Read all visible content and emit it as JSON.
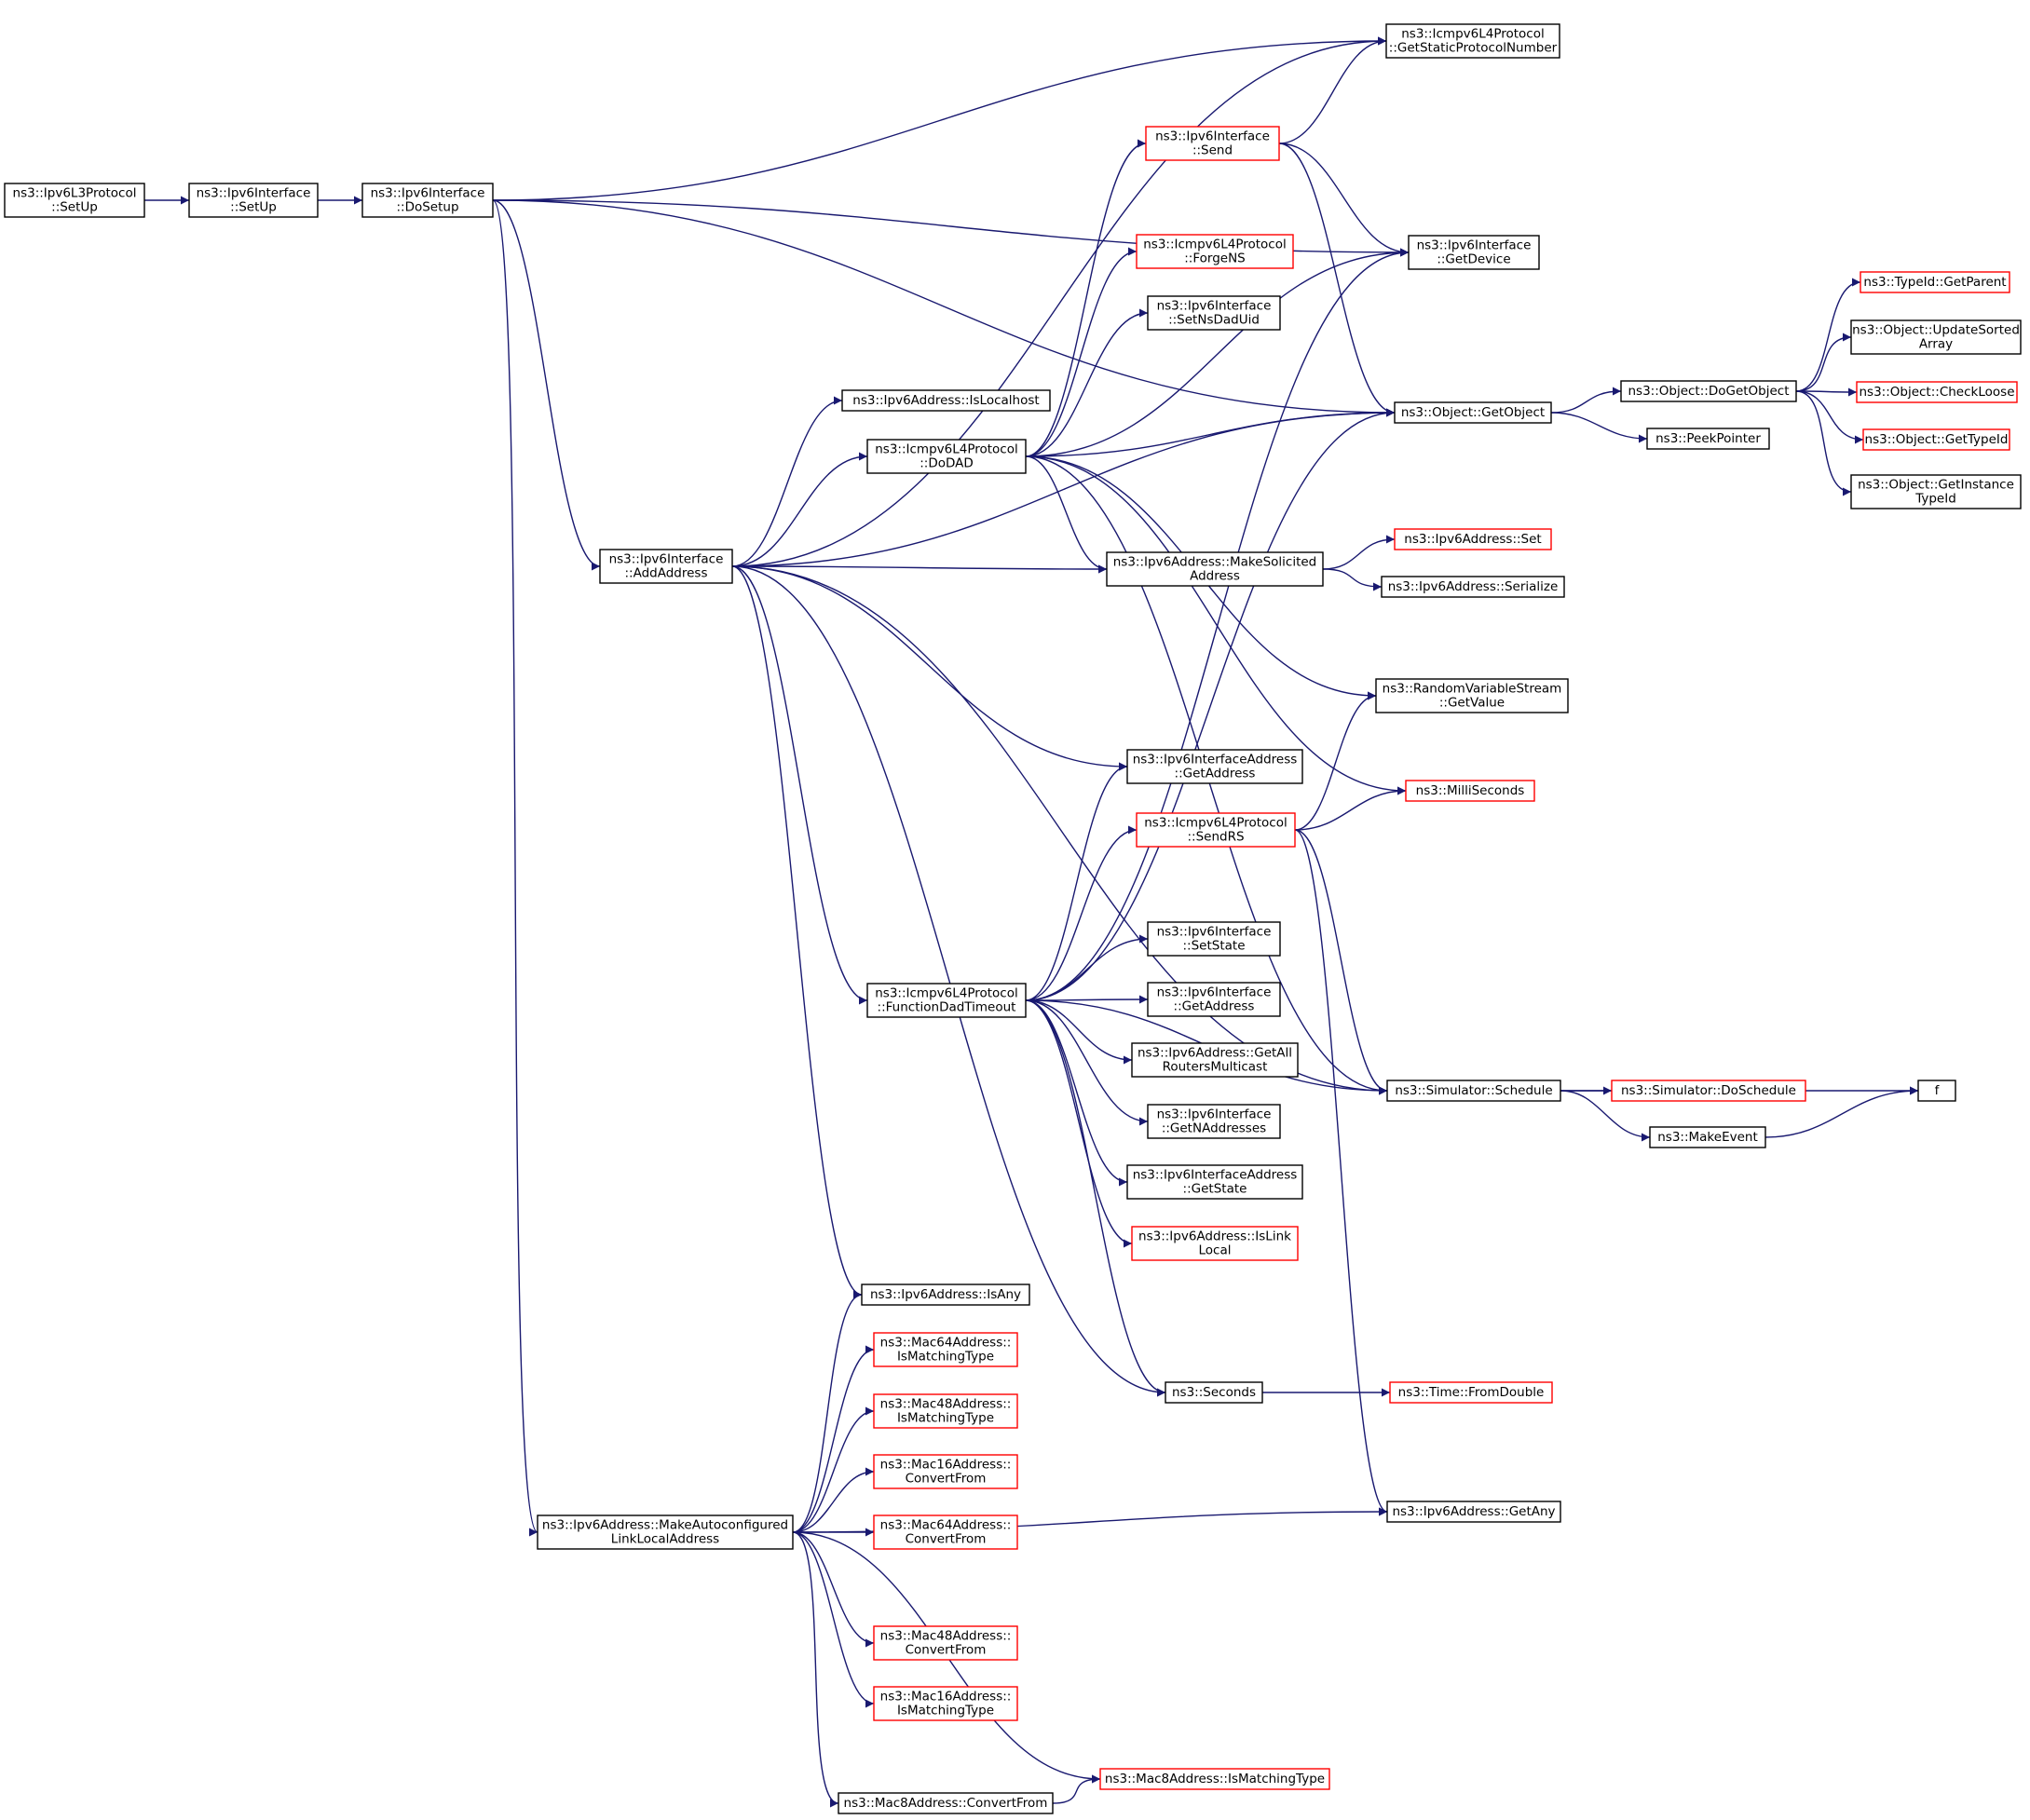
{
  "colors": {
    "edge": "#191970",
    "border_normal": "#000000",
    "border_truncated": "#ff0000",
    "root_fill": "#bfbfbf",
    "node_fill": "#ffffff"
  },
  "nodes": [
    {
      "id": "n0",
      "lines": [
        "ns3::Ipv6L3Protocol",
        "::SetUp"
      ],
      "style": "root"
    },
    {
      "id": "n1",
      "lines": [
        "ns3::Ipv6Interface",
        "::SetUp"
      ],
      "style": "normal"
    },
    {
      "id": "n2",
      "lines": [
        "ns3::Ipv6Interface",
        "::DoSetup"
      ],
      "style": "normal"
    },
    {
      "id": "n3",
      "lines": [
        "ns3::Icmpv6L4Protocol",
        "::GetStaticProtocolNumber"
      ],
      "style": "normal"
    },
    {
      "id": "n4",
      "lines": [
        "ns3::Ipv6Interface",
        "::GetDevice"
      ],
      "style": "normal"
    },
    {
      "id": "n5",
      "lines": [
        "ns3::Object::GetObject"
      ],
      "style": "normal"
    },
    {
      "id": "n6",
      "lines": [
        "ns3::Ipv6Interface",
        "::AddAddress"
      ],
      "style": "normal"
    },
    {
      "id": "n7",
      "lines": [
        "ns3::Ipv6Address::MakeAutoconfigured",
        "LinkLocalAddress"
      ],
      "style": "normal"
    },
    {
      "id": "n8",
      "lines": [
        "ns3::Ipv6Interface",
        "::Send"
      ],
      "style": "truncated"
    },
    {
      "id": "n9",
      "lines": [
        "ns3::Icmpv6L4Protocol",
        "::ForgeNS"
      ],
      "style": "truncated"
    },
    {
      "id": "n10",
      "lines": [
        "ns3::Ipv6Interface",
        "::SetNsDadUid"
      ],
      "style": "normal"
    },
    {
      "id": "n11",
      "lines": [
        "ns3::Ipv6Address::IsLocalhost"
      ],
      "style": "normal"
    },
    {
      "id": "n12",
      "lines": [
        "ns3::Icmpv6L4Protocol",
        "::DoDAD"
      ],
      "style": "normal"
    },
    {
      "id": "n13",
      "lines": [
        "ns3::Ipv6Address::MakeSolicited",
        "Address"
      ],
      "style": "normal"
    },
    {
      "id": "n14",
      "lines": [
        "ns3::Ipv6Address::Set"
      ],
      "style": "truncated"
    },
    {
      "id": "n15",
      "lines": [
        "ns3::Ipv6Address::Serialize"
      ],
      "style": "normal"
    },
    {
      "id": "n16",
      "lines": [
        "ns3::RandomVariableStream",
        "::GetValue"
      ],
      "style": "normal"
    },
    {
      "id": "n17",
      "lines": [
        "ns3::Ipv6InterfaceAddress",
        "::GetAddress"
      ],
      "style": "normal"
    },
    {
      "id": "n18",
      "lines": [
        "ns3::MilliSeconds"
      ],
      "style": "truncated"
    },
    {
      "id": "n19",
      "lines": [
        "ns3::Icmpv6L4Protocol",
        "::SendRS"
      ],
      "style": "truncated"
    },
    {
      "id": "n20",
      "lines": [
        "ns3::Object::DoGetObject"
      ],
      "style": "normal"
    },
    {
      "id": "n21",
      "lines": [
        "ns3::PeekPointer"
      ],
      "style": "normal"
    },
    {
      "id": "n22",
      "lines": [
        "ns3::TypeId::GetParent"
      ],
      "style": "truncated"
    },
    {
      "id": "n23",
      "lines": [
        "ns3::Object::UpdateSorted",
        "Array"
      ],
      "style": "normal"
    },
    {
      "id": "n24",
      "lines": [
        "ns3::Object::CheckLoose"
      ],
      "style": "truncated"
    },
    {
      "id": "n25",
      "lines": [
        "ns3::Object::GetTypeId"
      ],
      "style": "truncated"
    },
    {
      "id": "n26",
      "lines": [
        "ns3::Object::GetInstance",
        "TypeId"
      ],
      "style": "normal"
    },
    {
      "id": "n27",
      "lines": [
        "ns3::Icmpv6L4Protocol",
        "::FunctionDadTimeout"
      ],
      "style": "normal"
    },
    {
      "id": "n28",
      "lines": [
        "ns3::Ipv6Interface",
        "::SetState"
      ],
      "style": "normal"
    },
    {
      "id": "n29",
      "lines": [
        "ns3::Ipv6Interface",
        "::GetAddress"
      ],
      "style": "normal"
    },
    {
      "id": "n30",
      "lines": [
        "ns3::Ipv6Address::GetAll",
        "RoutersMulticast"
      ],
      "style": "normal"
    },
    {
      "id": "n31",
      "lines": [
        "ns3::Ipv6Interface",
        "::GetNAddresses"
      ],
      "style": "normal"
    },
    {
      "id": "n32",
      "lines": [
        "ns3::Ipv6InterfaceAddress",
        "::GetState"
      ],
      "style": "normal"
    },
    {
      "id": "n33",
      "lines": [
        "ns3::Ipv6Address::IsLink",
        "Local"
      ],
      "style": "truncated"
    },
    {
      "id": "n34",
      "lines": [
        "ns3::Simulator::Schedule"
      ],
      "style": "normal"
    },
    {
      "id": "n35",
      "lines": [
        "ns3::Simulator::DoSchedule"
      ],
      "style": "truncated"
    },
    {
      "id": "n36",
      "lines": [
        "f"
      ],
      "style": "normal"
    },
    {
      "id": "n37",
      "lines": [
        "ns3::MakeEvent"
      ],
      "style": "normal"
    },
    {
      "id": "n38",
      "lines": [
        "ns3::Ipv6Address::IsAny"
      ],
      "style": "normal"
    },
    {
      "id": "n39",
      "lines": [
        "ns3::Seconds"
      ],
      "style": "normal"
    },
    {
      "id": "n40",
      "lines": [
        "ns3::Time::FromDouble"
      ],
      "style": "truncated"
    },
    {
      "id": "n41",
      "lines": [
        "ns3::Mac64Address::",
        "IsMatchingType"
      ],
      "style": "truncated"
    },
    {
      "id": "n42",
      "lines": [
        "ns3::Mac48Address::",
        "IsMatchingType"
      ],
      "style": "truncated"
    },
    {
      "id": "n43",
      "lines": [
        "ns3::Mac16Address::",
        "ConvertFrom"
      ],
      "style": "truncated"
    },
    {
      "id": "n44",
      "lines": [
        "ns3::Mac64Address::",
        "ConvertFrom"
      ],
      "style": "truncated"
    },
    {
      "id": "n45",
      "lines": [
        "ns3::Ipv6Address::GetAny"
      ],
      "style": "normal"
    },
    {
      "id": "n46",
      "lines": [
        "ns3::Mac48Address::",
        "ConvertFrom"
      ],
      "style": "truncated"
    },
    {
      "id": "n47",
      "lines": [
        "ns3::Mac16Address::",
        "IsMatchingType"
      ],
      "style": "truncated"
    },
    {
      "id": "n48",
      "lines": [
        "ns3::Mac8Address::IsMatchingType"
      ],
      "style": "truncated"
    },
    {
      "id": "n49",
      "lines": [
        "ns3::Mac8Address::ConvertFrom"
      ],
      "style": "normal"
    }
  ],
  "edges": [
    [
      "n0",
      "n1"
    ],
    [
      "n1",
      "n2"
    ],
    [
      "n2",
      "n3"
    ],
    [
      "n2",
      "n4"
    ],
    [
      "n2",
      "n5"
    ],
    [
      "n2",
      "n6"
    ],
    [
      "n2",
      "n7"
    ],
    [
      "n6",
      "n3"
    ],
    [
      "n6",
      "n11"
    ],
    [
      "n6",
      "n12"
    ],
    [
      "n6",
      "n5"
    ],
    [
      "n6",
      "n13"
    ],
    [
      "n6",
      "n17"
    ],
    [
      "n6",
      "n27"
    ],
    [
      "n6",
      "n38"
    ],
    [
      "n6",
      "n34"
    ],
    [
      "n6",
      "n39"
    ],
    [
      "n12",
      "n8"
    ],
    [
      "n12",
      "n9"
    ],
    [
      "n12",
      "n10"
    ],
    [
      "n12",
      "n4"
    ],
    [
      "n12",
      "n5"
    ],
    [
      "n12",
      "n13"
    ],
    [
      "n12",
      "n16"
    ],
    [
      "n12",
      "n18"
    ],
    [
      "n12",
      "n34"
    ],
    [
      "n8",
      "n3"
    ],
    [
      "n8",
      "n4"
    ],
    [
      "n8",
      "n5"
    ],
    [
      "n13",
      "n14"
    ],
    [
      "n13",
      "n15"
    ],
    [
      "n5",
      "n20"
    ],
    [
      "n5",
      "n21"
    ],
    [
      "n20",
      "n22"
    ],
    [
      "n20",
      "n23"
    ],
    [
      "n20",
      "n24"
    ],
    [
      "n20",
      "n25"
    ],
    [
      "n20",
      "n26"
    ],
    [
      "n27",
      "n4"
    ],
    [
      "n27",
      "n5"
    ],
    [
      "n27",
      "n17"
    ],
    [
      "n27",
      "n19"
    ],
    [
      "n27",
      "n28"
    ],
    [
      "n27",
      "n29"
    ],
    [
      "n27",
      "n30"
    ],
    [
      "n27",
      "n31"
    ],
    [
      "n27",
      "n32"
    ],
    [
      "n27",
      "n33"
    ],
    [
      "n27",
      "n34"
    ],
    [
      "n27",
      "n39"
    ],
    [
      "n19",
      "n16"
    ],
    [
      "n19",
      "n18"
    ],
    [
      "n19",
      "n34"
    ],
    [
      "n19",
      "n45"
    ],
    [
      "n34",
      "n35"
    ],
    [
      "n34",
      "n36"
    ],
    [
      "n34",
      "n37"
    ],
    [
      "n37",
      "n36"
    ],
    [
      "n39",
      "n40"
    ],
    [
      "n7",
      "n38"
    ],
    [
      "n7",
      "n41"
    ],
    [
      "n7",
      "n42"
    ],
    [
      "n7",
      "n43"
    ],
    [
      "n7",
      "n44"
    ],
    [
      "n7",
      "n45"
    ],
    [
      "n7",
      "n46"
    ],
    [
      "n7",
      "n47"
    ],
    [
      "n7",
      "n48"
    ],
    [
      "n7",
      "n49"
    ],
    [
      "n49",
      "n48"
    ]
  ]
}
